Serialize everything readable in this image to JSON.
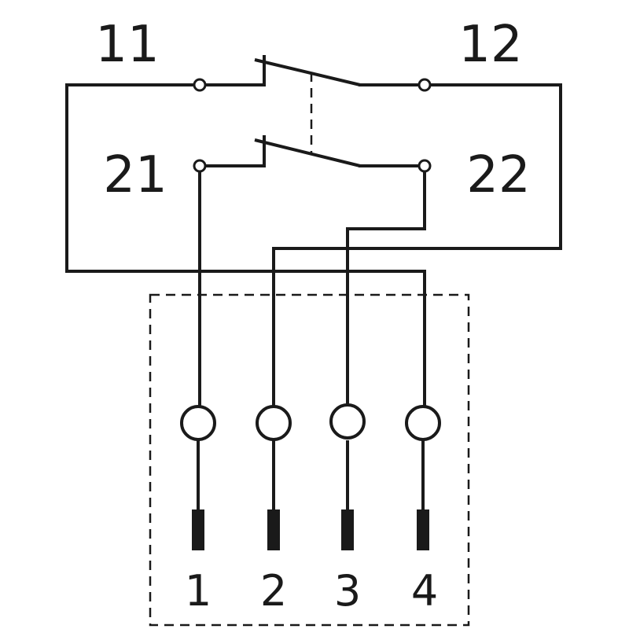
{
  "contacts": {
    "top_left": "11",
    "top_right": "12",
    "mid_left": "21",
    "mid_right": "22"
  },
  "pins": [
    "1",
    "2",
    "3",
    "4"
  ]
}
